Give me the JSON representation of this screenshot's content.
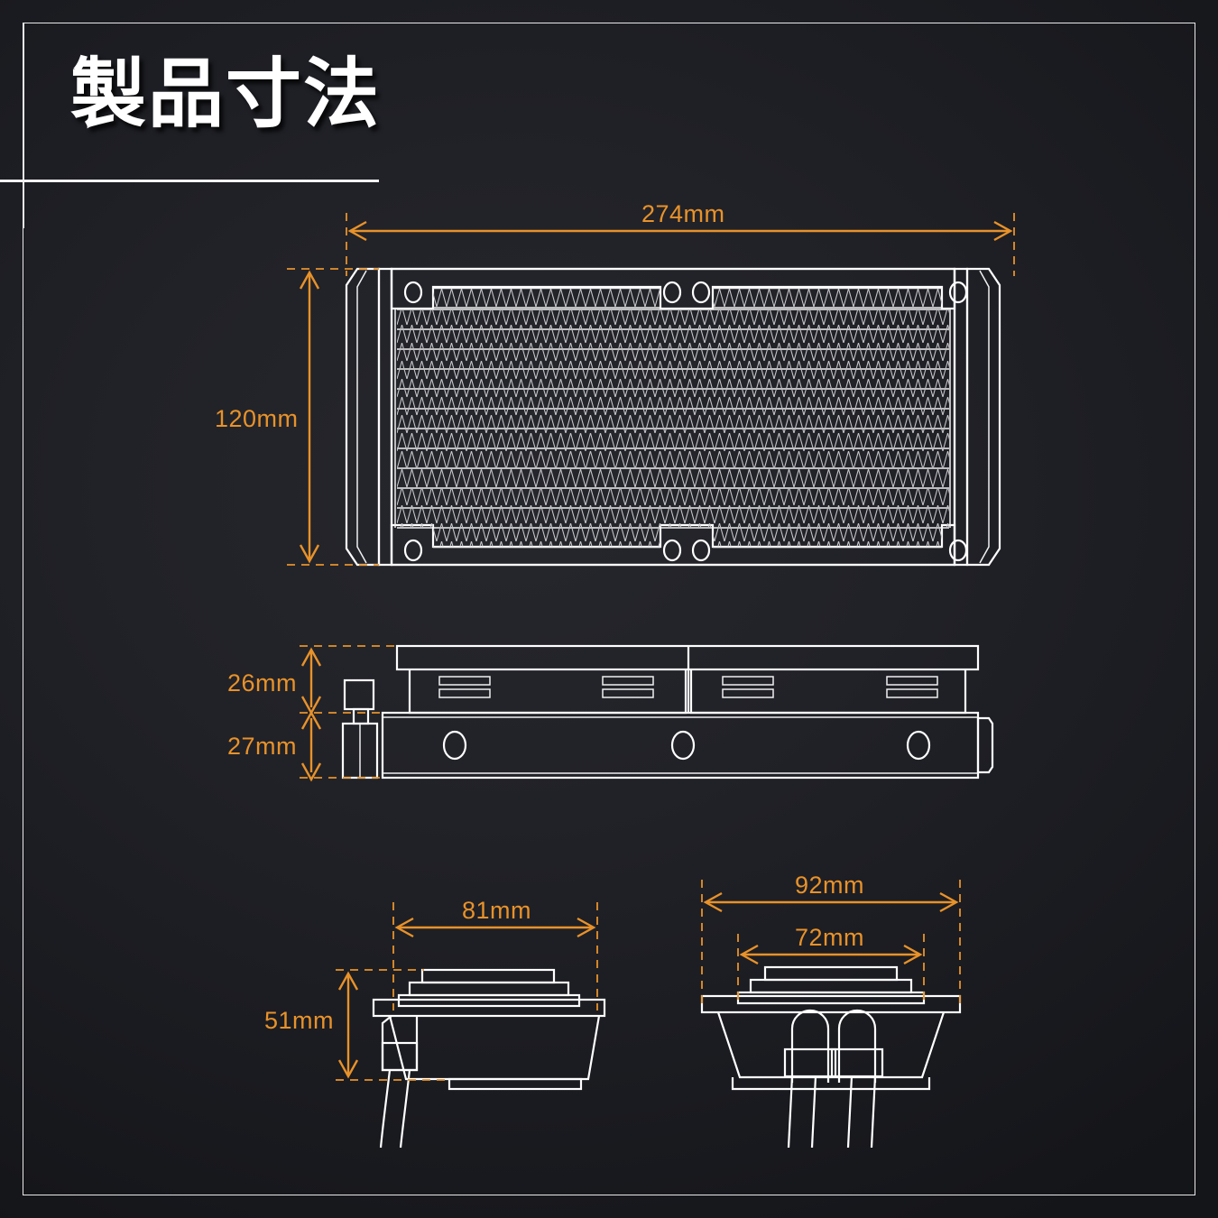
{
  "page": {
    "title": "製品寸法",
    "accent_color": "#e8922a",
    "line_color": "#ffffff",
    "background_color": "#212228"
  },
  "dimensions": {
    "radiator_length": "274mm",
    "radiator_height": "120mm",
    "fan_thickness": "26mm",
    "radiator_thickness": "27mm",
    "pump_depth": "81mm",
    "pump_height": "51mm",
    "pump_width": "92mm",
    "pump_top_width": "72mm"
  },
  "views": {
    "front": {
      "name": "radiator-front-view"
    },
    "side": {
      "name": "radiator-side-view"
    },
    "pump_side": {
      "name": "pump-block-side-view"
    },
    "pump_front": {
      "name": "pump-block-front-view"
    }
  }
}
